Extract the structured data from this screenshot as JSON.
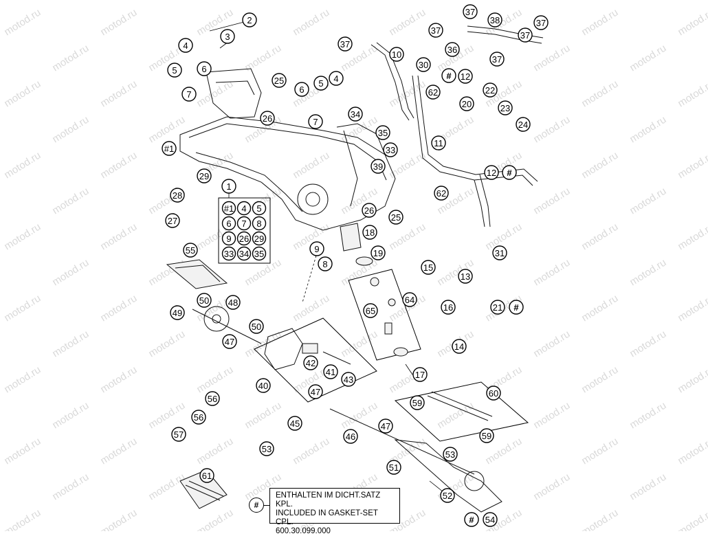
{
  "watermark": "motod.ru",
  "note": {
    "marker": "#",
    "lines": [
      "ENTHALTEN IM DICHT.SATZ KPL.",
      "INCLUDED IN GASKET-SET CPL.",
      "600.30.099.000"
    ]
  },
  "set_grid": {
    "header": "1",
    "cells": [
      "#1",
      "4",
      "5",
      "6",
      "7",
      "8",
      "9",
      "26",
      "29",
      "33",
      "34",
      "35"
    ]
  },
  "callouts": [
    "2",
    "3",
    "4",
    "5",
    "6",
    "7",
    "25",
    "26",
    "7",
    "6",
    "5",
    "4",
    "37",
    "10",
    "30",
    "#",
    "12",
    "62",
    "37",
    "37",
    "38",
    "37",
    "37",
    "36",
    "37",
    "22",
    "20",
    "23",
    "24",
    "34",
    "35",
    "33",
    "39",
    "#1",
    "11",
    "12",
    "#",
    "62",
    "29",
    "28",
    "27",
    "26",
    "25",
    "18",
    "9",
    "8",
    "19",
    "31",
    "55",
    "64",
    "65",
    "15",
    "13",
    "16",
    "21",
    "#",
    "14",
    "50",
    "48",
    "49",
    "47",
    "50",
    "42",
    "41",
    "43",
    "40",
    "17",
    "60",
    "59",
    "59",
    "47",
    "45",
    "56",
    "56",
    "57",
    "53",
    "47",
    "46",
    "51",
    "53",
    "61",
    "52",
    "#",
    "54",
    "2",
    "1"
  ]
}
